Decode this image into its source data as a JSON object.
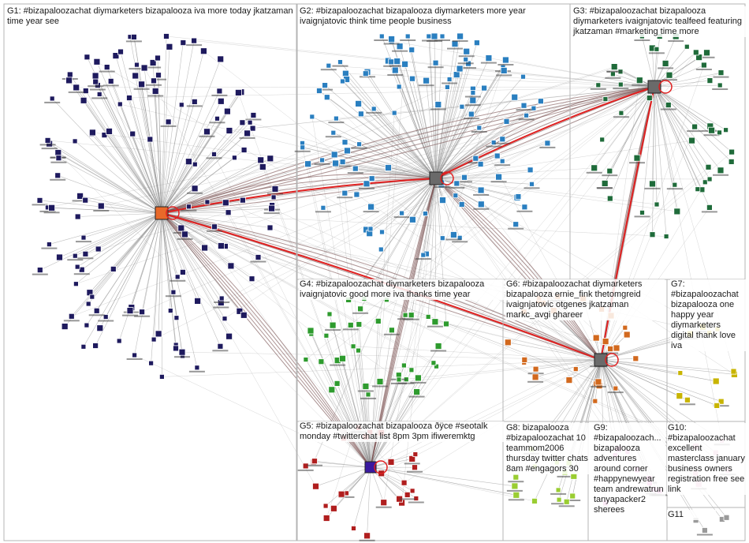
{
  "diagram": {
    "type": "network-graph",
    "colors": {
      "edge": "#8a8a8a",
      "edge_strong": "#7a5050",
      "edge_highlight": "#e02020",
      "group_border": "#b4b4b4",
      "label_text": "#1a1a1a"
    },
    "groups": [
      {
        "id": "G1",
        "label": "G1: #bizapaloozachat diymarketers bizapalooza iva more today jkatzaman time year see",
        "node_color": "#1e1a5e"
      },
      {
        "id": "G2",
        "label": "G2: #bizapaloozachat bizapalooza diymarketers more year ivaignjatovic think time people business",
        "node_color": "#2a7fc0"
      },
      {
        "id": "G3",
        "label": "G3: #bizapaloozachat bizapalooza diymarketers ivaignjatovic tealfeed featuring jkatzaman #marketing time more",
        "node_color": "#1f6b3a"
      },
      {
        "id": "G4",
        "label": "G4: #bizapaloozachat diymarketers bizapalooza ivaignjatovic good more iva thanks time year",
        "node_color": "#2e9b2e"
      },
      {
        "id": "G5",
        "label": "G5: #bizapaloozachat bizapalooza ðÿce #seotalk monday #twitterchat list 8pm 3pm ifiweremktg",
        "node_color": "#b01e1e"
      },
      {
        "id": "G6",
        "label": "G6: #bizapaloozachat diymarketers bizapalooza ernie_fink thetomgreid ivaignjatovic otgenes jkatzaman markc_avgi ghareer",
        "node_color": "#d2691e"
      },
      {
        "id": "G7",
        "label": "G7: #bizapaloozachat bizapalooza one happy year diymarketers digital thank love iva",
        "node_color": "#c8b400"
      },
      {
        "id": "G8",
        "label": "G8: bizapalooza #bizapaloozachat 10 teammom2006 thursday twitter chats 8am #engagors 30",
        "node_color": "#9acd32"
      },
      {
        "id": "G9",
        "label": "G9: #bizapaloozach... bizapalooza adventures around corner #happynewyear team andrewatrun tanyapacker2 sherees",
        "node_color": "#e070c0"
      },
      {
        "id": "G10",
        "label": "G10: #bizapaloozachat excellent masterclass january business owners registration free see link",
        "node_color": "#e0a0c0"
      },
      {
        "id": "G11",
        "label": "G11",
        "node_color": "#9a9a9a"
      }
    ],
    "hub_nodes": [
      {
        "name": "diymarketers",
        "group": "G1"
      },
      {
        "name": "bizapalooza",
        "group": "G2"
      },
      {
        "name": "ivaignjatovic",
        "group": "G3"
      },
      {
        "name": "jkatzaman",
        "group": "G6"
      },
      {
        "name": "ifiweremktg",
        "group": "G5"
      }
    ]
  }
}
